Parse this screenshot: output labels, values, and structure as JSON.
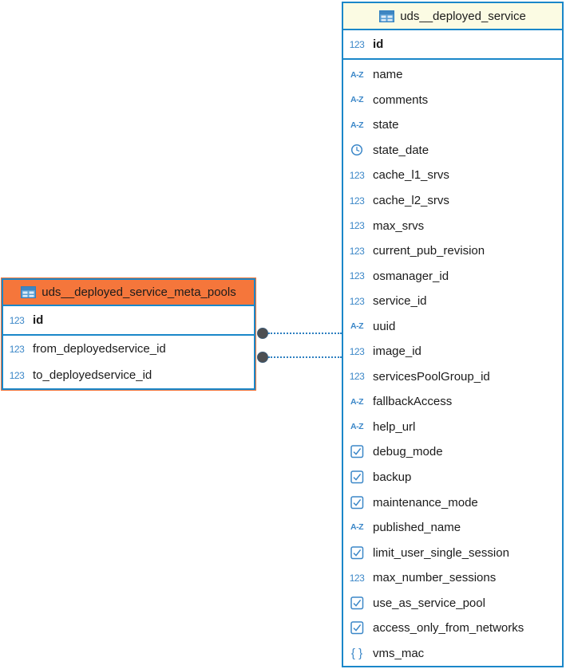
{
  "diagram": {
    "tables": [
      {
        "title": "uds__deployed_service_meta_pools",
        "header_color": "#f5763b",
        "primary_keys": [
          {
            "icon": "number",
            "label": "id"
          }
        ],
        "fields": [
          {
            "icon": "number",
            "label": "from_deployedservice_id"
          },
          {
            "icon": "number",
            "label": "to_deployedservice_id"
          }
        ]
      },
      {
        "title": "uds__deployed_service",
        "header_color": "#fbfbe3",
        "primary_keys": [
          {
            "icon": "number",
            "label": "id"
          }
        ],
        "fields": [
          {
            "icon": "text",
            "label": "name"
          },
          {
            "icon": "text",
            "label": "comments"
          },
          {
            "icon": "text",
            "label": "state"
          },
          {
            "icon": "datetime",
            "label": "state_date"
          },
          {
            "icon": "number",
            "label": "cache_l1_srvs"
          },
          {
            "icon": "number",
            "label": "cache_l2_srvs"
          },
          {
            "icon": "number",
            "label": "max_srvs"
          },
          {
            "icon": "number",
            "label": "current_pub_revision"
          },
          {
            "icon": "number",
            "label": "osmanager_id"
          },
          {
            "icon": "number",
            "label": "service_id"
          },
          {
            "icon": "text",
            "label": "uuid"
          },
          {
            "icon": "number",
            "label": "image_id"
          },
          {
            "icon": "number",
            "label": "servicesPoolGroup_id"
          },
          {
            "icon": "text",
            "label": "fallbackAccess"
          },
          {
            "icon": "text",
            "label": "help_url"
          },
          {
            "icon": "boolean",
            "label": "debug_mode"
          },
          {
            "icon": "boolean",
            "label": "backup"
          },
          {
            "icon": "boolean",
            "label": "maintenance_mode"
          },
          {
            "icon": "text",
            "label": "published_name"
          },
          {
            "icon": "boolean",
            "label": "limit_user_single_session"
          },
          {
            "icon": "number",
            "label": "max_number_sessions"
          },
          {
            "icon": "boolean",
            "label": "use_as_service_pool"
          },
          {
            "icon": "boolean",
            "label": "access_only_from_networks"
          },
          {
            "icon": "json",
            "label": "vms_mac"
          }
        ]
      }
    ],
    "connectors": [
      {
        "from_table": "uds__deployed_service_meta_pools",
        "from_field": "from_deployedservice_id",
        "to_table": "uds__deployed_service",
        "style": "dotted"
      },
      {
        "from_table": "uds__deployed_service_meta_pools",
        "from_field": "to_deployedservice_id",
        "to_table": "uds__deployed_service",
        "style": "dotted"
      }
    ],
    "icons": {
      "number": "123",
      "text": "A-Z",
      "json": "{ }",
      "datetime": "clock-icon",
      "boolean": "checkbox-icon"
    },
    "colors": {
      "border_blue": "#1a87c9",
      "icon_blue": "#3b87c8",
      "connector_blue": "#2d7fc0",
      "anchor_dot_gray": "#4d4f52",
      "header_orange": "#f5763b",
      "header_yellow": "#fbfbe3",
      "text": "#1b1b1b"
    }
  }
}
